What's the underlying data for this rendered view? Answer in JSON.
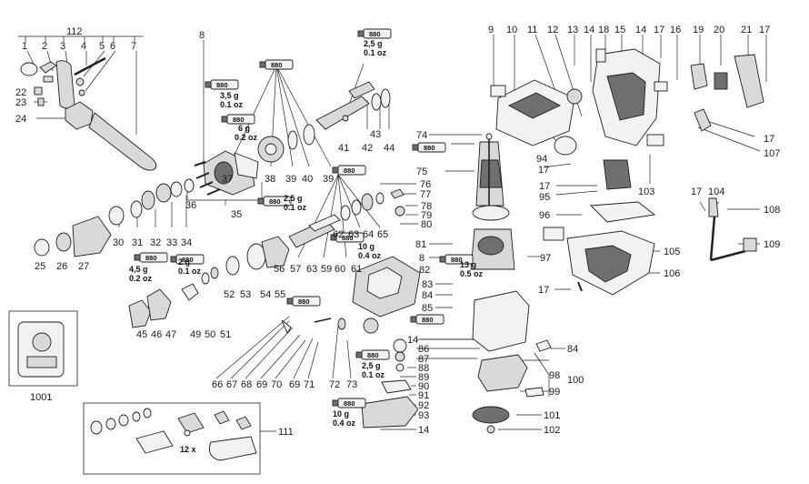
{
  "callouts": {
    "n1": "1",
    "n2": "2",
    "n3": "3",
    "n4": "4",
    "n5": "5",
    "n6": "6",
    "n7": "7",
    "n8": "8",
    "n9": "9",
    "n10": "10",
    "n11": "11",
    "n12": "12",
    "n13": "13",
    "n14": "14",
    "n15": "15",
    "n16": "16",
    "n17": "17",
    "n18": "18",
    "n19": "19",
    "n20": "20",
    "n21": "21",
    "n22": "22",
    "n23": "23",
    "n24": "24",
    "n25": "25",
    "n26": "26",
    "n27": "27",
    "n30": "30",
    "n31": "31",
    "n32": "32",
    "n33": "33",
    "n34": "34",
    "n35": "35",
    "n36": "36",
    "n37": "37",
    "n38": "38",
    "n39": "39",
    "n40": "40",
    "n41": "41",
    "n42": "42",
    "n43": "43",
    "n44": "44",
    "n45": "45",
    "n46": "46",
    "n47": "47",
    "n49": "49",
    "n50": "50",
    "n51": "51",
    "n52": "52",
    "n53": "53",
    "n54": "54",
    "n55": "55",
    "n56": "56",
    "n57": "57",
    "n59": "59",
    "n60": "60",
    "n61": "61",
    "n62": "62",
    "n63": "63",
    "n64": "64",
    "n65": "65",
    "n66": "66",
    "n67": "67",
    "n68": "68",
    "n69": "69",
    "n70": "70",
    "n71": "71",
    "n72": "72",
    "n73": "73",
    "n74": "74",
    "n75": "75",
    "n76": "76",
    "n77": "77",
    "n78": "78",
    "n79": "79",
    "n80": "80",
    "n81": "81",
    "n82": "82",
    "n83": "83",
    "n84": "84",
    "n85": "85",
    "n86": "86",
    "n87": "87",
    "n88": "88",
    "n89": "89",
    "n90": "90",
    "n91": "91",
    "n92": "92",
    "n93": "93",
    "n94": "94",
    "n95": "95",
    "n96": "96",
    "n97": "97",
    "n98": "98",
    "n99": "99",
    "n100": "100",
    "n101": "101",
    "n102": "102",
    "n103": "103",
    "n104": "104",
    "n105": "105",
    "n106": "106",
    "n107": "107",
    "n108": "108",
    "n109": "109",
    "n111": "111",
    "n112": "112",
    "n1001": "1001"
  },
  "grease": {
    "tube_label": "880",
    "q_25g": "2,5 g",
    "q_01oz": "0.1 oz",
    "q_35g": "3,5 g",
    "q_6g": "6 g",
    "q_02oz": "0.2 oz",
    "q_45g": "4,5 g",
    "q_2g": "2 g",
    "q_10g": "10 g",
    "q_04oz": "0.4 oz",
    "q_13g": "13 g",
    "q_05oz": "0.5 oz"
  },
  "kit_qty": "12 x",
  "colors": {
    "line": "#222222",
    "part_fill": "#d9d9d9",
    "part_dark": "#6f6f6f"
  }
}
